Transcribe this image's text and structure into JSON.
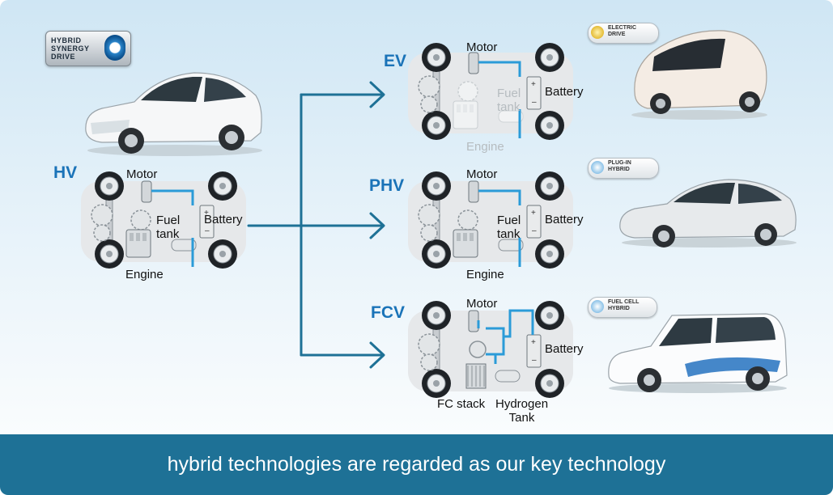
{
  "caption": "hybrid technologies are regarded as our key technology",
  "colors": {
    "arrow": "#1e7196",
    "footer": "#1e7196",
    "wire": "#2b9bd8",
    "label": "#1a73b8"
  },
  "hsd_badge": [
    "HYBRID",
    "SYNERGY",
    "DRIVE"
  ],
  "systems": {
    "hv": {
      "name": "HV",
      "motor": "Motor",
      "fuel_tank": [
        "Fuel",
        "tank"
      ],
      "battery": "Battery",
      "engine": "Engine"
    },
    "ev": {
      "name": "EV",
      "motor": "Motor",
      "fuel_tank": [
        "Fuel",
        "tank"
      ],
      "battery": "Battery",
      "engine": "Engine",
      "badge": [
        "ELECTRIC",
        "DRIVE"
      ]
    },
    "phv": {
      "name": "PHV",
      "motor": "Motor",
      "fuel_tank": [
        "Fuel",
        "tank"
      ],
      "battery": "Battery",
      "engine": "Engine",
      "badge": [
        "PLUG-IN",
        "HYBRID"
      ]
    },
    "fcv": {
      "name": "FCV",
      "motor": "Motor",
      "battery": "Battery",
      "fc_stack": "FC stack",
      "hydrogen_tank": [
        "Hydrogen",
        "Tank"
      ],
      "badge": [
        "FUEL CELL",
        "HYBRID"
      ]
    }
  }
}
